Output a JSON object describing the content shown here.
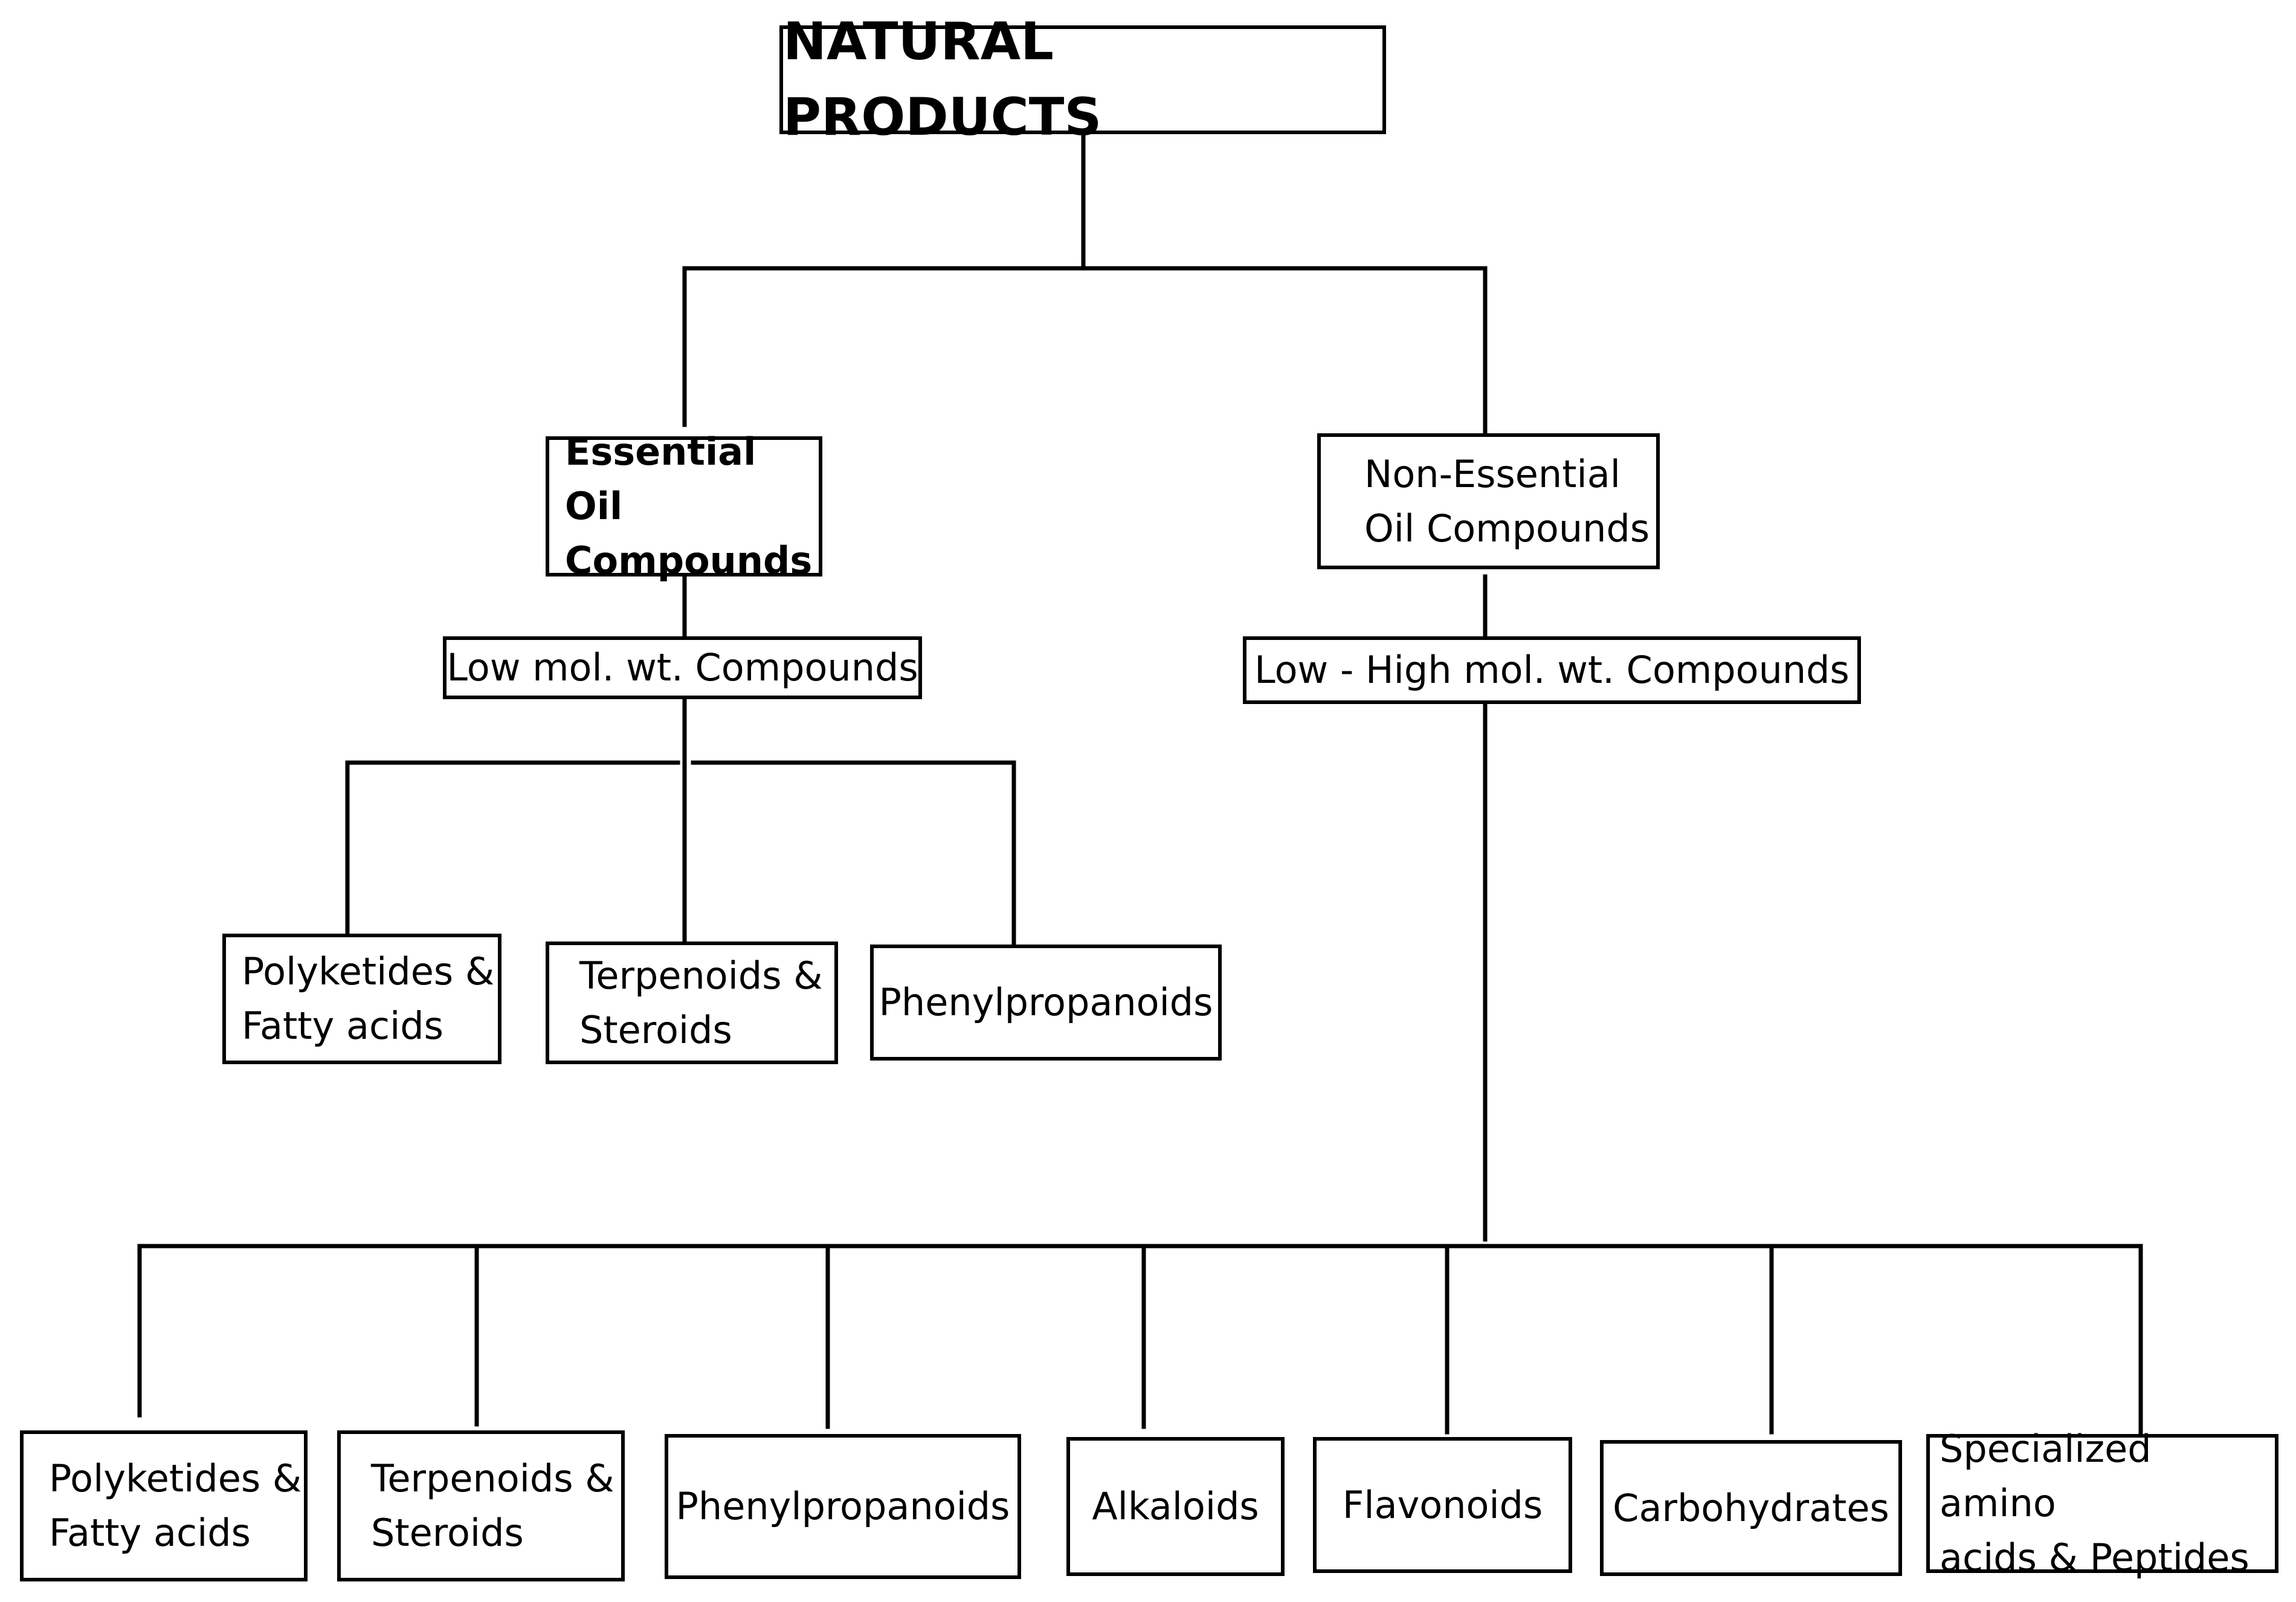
{
  "diagram": {
    "root": "NATURAL PRODUCTS",
    "branches": [
      {
        "label": "Essential Oil\nCompounds",
        "weight_class": "Low mol. wt. Compounds",
        "children": [
          "Polyketides &\nFatty acids",
          "Terpenoids &\nSteroids",
          "Phenylpropanoids"
        ]
      },
      {
        "label": "Non-Essential\nOil Compounds",
        "weight_class": "Low - High mol. wt. Compounds",
        "children": [
          "Polyketides &\nFatty acids",
          "Terpenoids &\nSteroids",
          "Phenylpropanoids",
          "Alkaloids",
          "Flavonoids",
          "Carbohydrates",
          "Specialized amino\nacids & Peptides"
        ]
      }
    ]
  }
}
